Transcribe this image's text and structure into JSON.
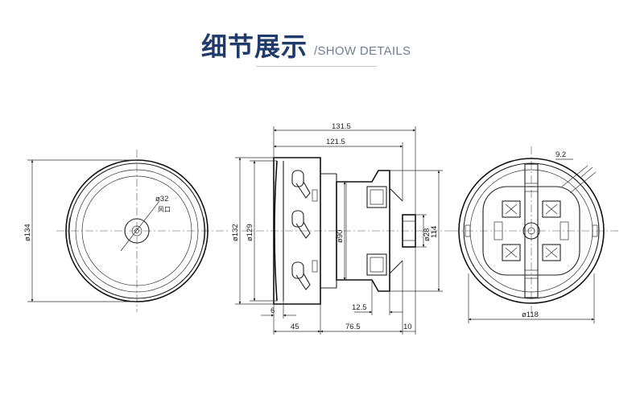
{
  "header": {
    "title_cn": "细节展示",
    "title_en": "/SHOW DETAILS"
  },
  "front_view": {
    "dia_outer": "ø134",
    "dia_inlet": "ø32",
    "inlet_label": "风口"
  },
  "side_view": {
    "len_total": "131.5",
    "len_body": "121.5",
    "dia_132": "ø132",
    "dia_129": "ø129",
    "dia_90": "ø90",
    "dia_28": "ø28",
    "height_114": "114",
    "dim_6": "6",
    "dim_12_5": "12.5",
    "dim_45": "45",
    "dim_76_5": "76.5",
    "dim_10": "10"
  },
  "rear_view": {
    "dim_9_2": "9.2",
    "dia_118": "ø118"
  }
}
